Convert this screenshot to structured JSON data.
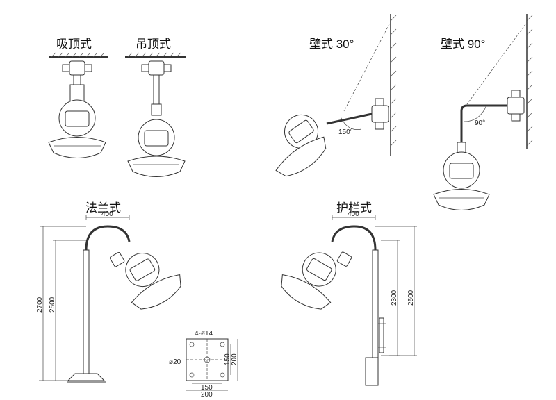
{
  "labels": {
    "ceiling": "吸顶式",
    "pendant": "吊顶式",
    "wall30": "壁式 30°",
    "wall90": "壁式 90°",
    "flange": "法兰式",
    "railing": "护栏式"
  },
  "angles": {
    "wall30": "150°",
    "wall90": "90°"
  },
  "dimensions": {
    "flange_arm": "400",
    "flange_total_h": "2700",
    "flange_pole_h": "2500",
    "railing_arm": "400",
    "railing_h1": "2300",
    "railing_h2": "2500",
    "plate_holes": "4-ø14",
    "plate_center": "ø20",
    "plate_inner_w": "150",
    "plate_outer_w": "200",
    "plate_inner_h": "150",
    "plate_outer_h": "200"
  }
}
